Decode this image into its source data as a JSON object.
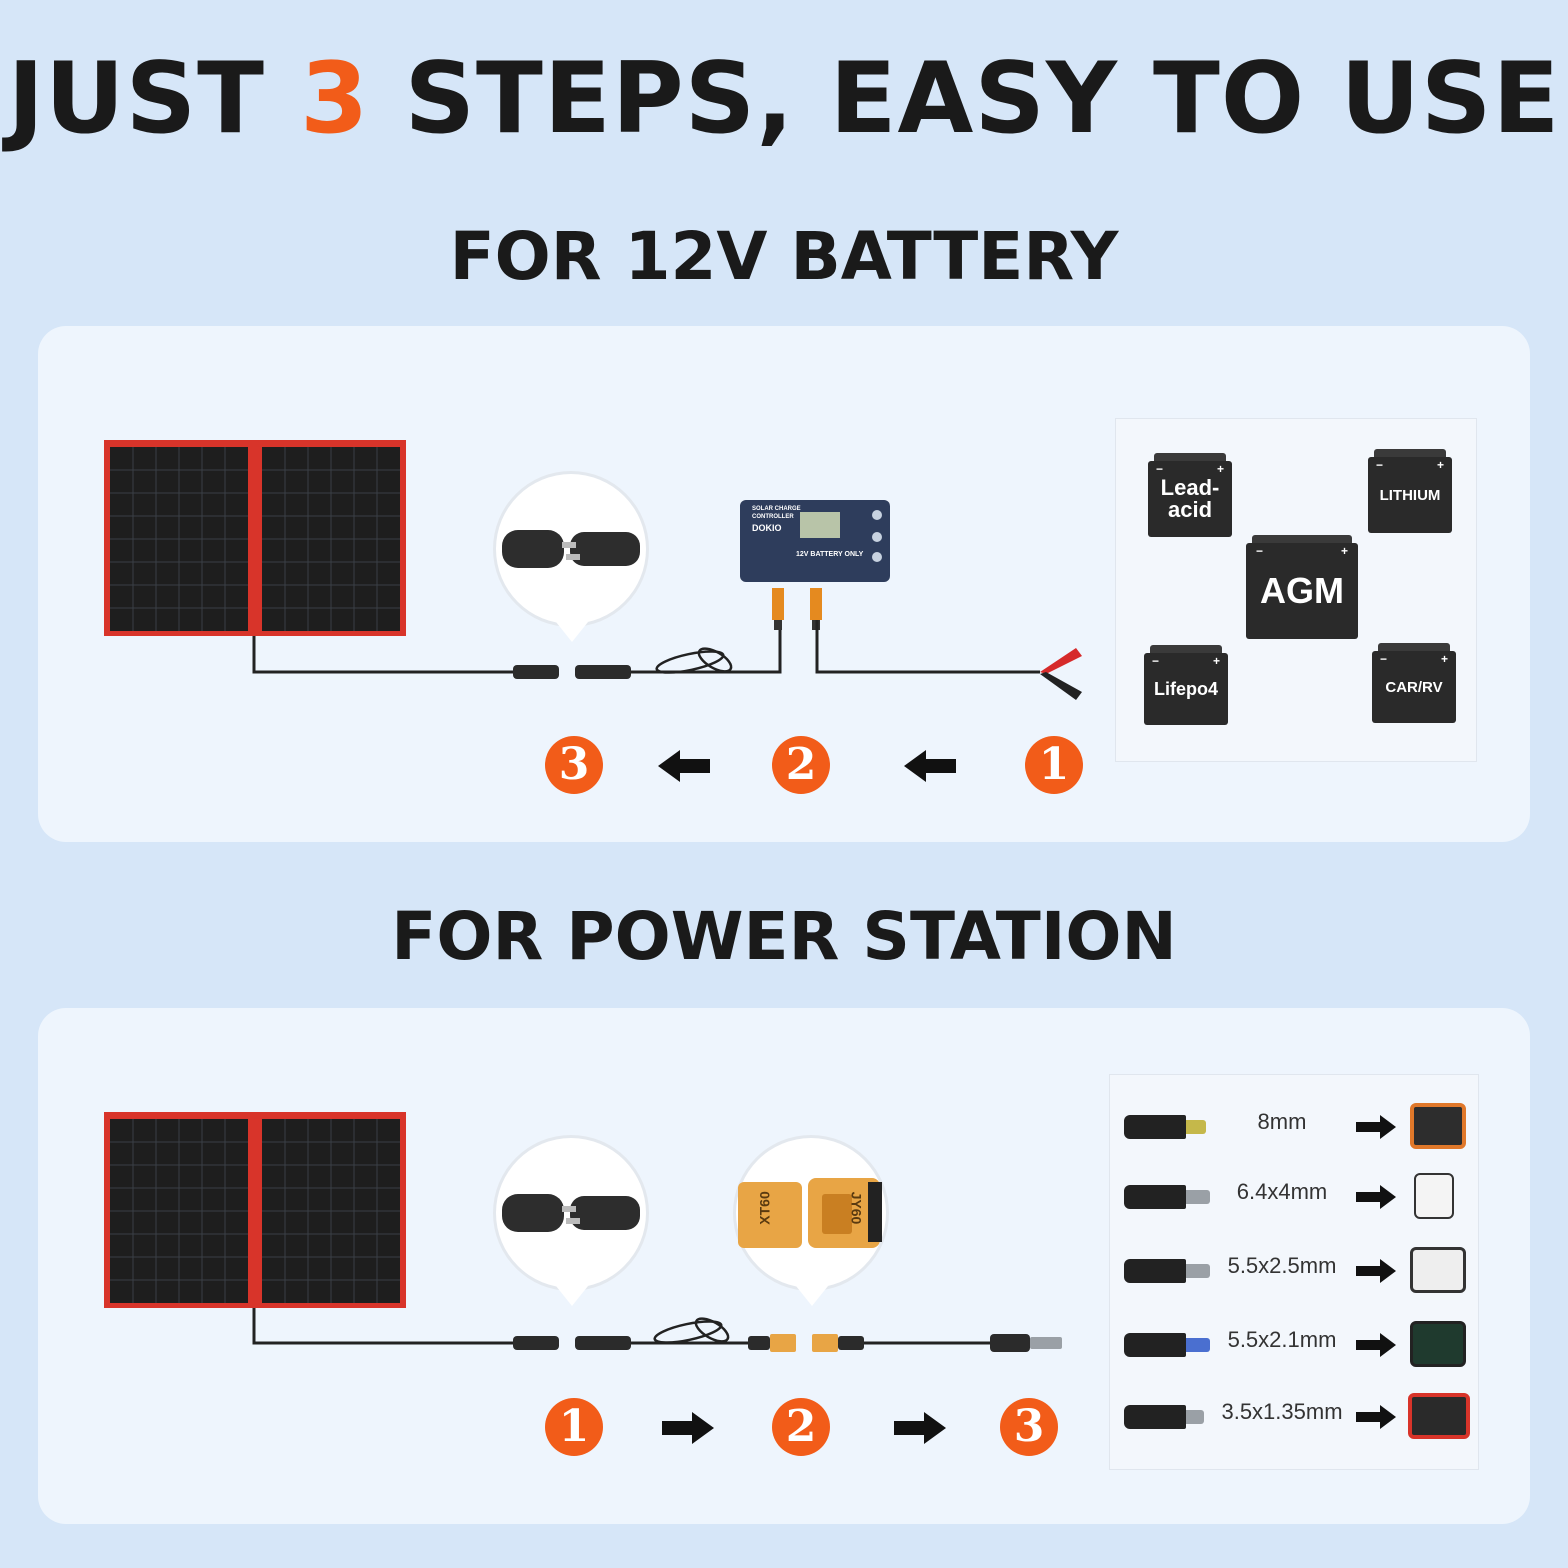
{
  "title": {
    "pre": "JUST ",
    "num": "3",
    "post": " STEPS, EASY TO USE"
  },
  "battery_section": {
    "title": "FOR 12V BATTERY",
    "controller_lines": [
      "SOLAR CHARGE CONTROLLER",
      "DOKIO",
      "12V BATTERY ONLY"
    ],
    "battery_types": [
      "Lead-acid",
      "LITHIUM",
      "AGM",
      "Lifepo4",
      "CAR/RV"
    ],
    "steps": [
      "3",
      "2",
      "1"
    ]
  },
  "station_section": {
    "title": "FOR POWER STATION",
    "connector_labels": [
      "XT60",
      "JY60"
    ],
    "steps": [
      "1",
      "2",
      "3"
    ],
    "plugs": [
      "8mm",
      "6.4x4mm",
      "5.5x2.5mm",
      "5.5x2.1mm",
      "3.5x1.35mm"
    ]
  },
  "colors": {
    "accent": "#f25c19",
    "background": "#d6e6f8",
    "card": "#eef5fd",
    "panel_frame": "#d8342a"
  }
}
